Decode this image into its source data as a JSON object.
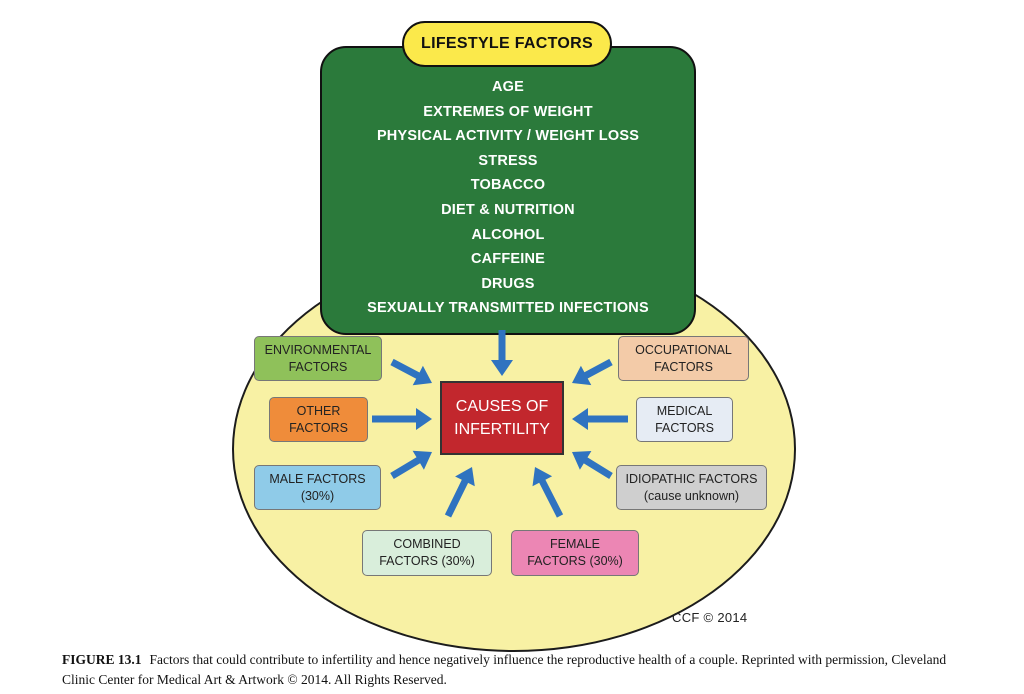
{
  "lifestyle": {
    "title": "LIFESTYLE FACTORS",
    "items": [
      "AGE",
      "EXTREMES OF WEIGHT",
      "PHYSICAL ACTIVITY / WEIGHT LOSS",
      "STRESS",
      "TOBACCO",
      "DIET & NUTRITION",
      "ALCOHOL",
      "CAFFEINE",
      "DRUGS",
      "SEXUALLY TRANSMITTED INFECTIONS"
    ]
  },
  "center": {
    "label": "CAUSES OF\nINFERTILITY"
  },
  "factors": {
    "environmental": {
      "label": "ENVIRONMENTAL\nFACTORS",
      "color": "#8fc15a"
    },
    "other": {
      "label": "OTHER\nFACTORS",
      "color": "#ef8c3a"
    },
    "male": {
      "label": "MALE FACTORS\n(30%)",
      "color": "#8fcbe8"
    },
    "combined": {
      "label": "COMBINED\nFACTORS (30%)",
      "color": "#d9eedb"
    },
    "female": {
      "label": "FEMALE\nFACTORS (30%)",
      "color": "#ec86b4"
    },
    "idiopathic": {
      "label": "IDIOPATHIC FACTORS\n(cause unknown)",
      "color": "#cfcfcf"
    },
    "medical": {
      "label": "MEDICAL\nFACTORS",
      "color": "#e6ecf4"
    },
    "occupational": {
      "label": "OCCUPATIONAL\nFACTORS",
      "color": "#f3cba8"
    }
  },
  "colors": {
    "ellipse": "#f8f1a4",
    "lifestyle_box": "#2b7a3b",
    "lifestyle_title": "#fbe94b",
    "causes_box": "#c2272d",
    "arrow": "#2f73c0"
  },
  "credit": "CCF © 2014",
  "caption": {
    "label": "FIGURE 13.1",
    "text": "Factors that could contribute to infertility and hence negatively influence the reproductive health of a couple. Reprinted with permission, Cleveland Clinic Center for Medical Art & Artwork © 2014. All Rights Reserved."
  }
}
